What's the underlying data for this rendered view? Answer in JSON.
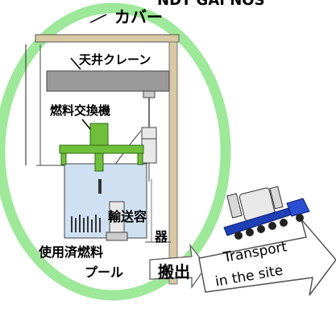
{
  "labels": {
    "top_cutoff": "NDT GAI NOS",
    "cover": "カバー",
    "crane": "天井クレーン",
    "fuel_exchanger": "燃料交換機",
    "transport_container_1": "輸送容",
    "transport_container_2": "器",
    "spent_fuel_pool_1": "使用済燃料",
    "spent_fuel_pool_2": "プール",
    "carry_out": "搬出",
    "transport_1": "Transport",
    "transport_2": "in the site"
  },
  "colors": {
    "ellipse": "#9ee89a",
    "cover_beam": "#d8c9a4",
    "crane": "#9a9a9a",
    "fuel_machine": "#6fbf3a",
    "pool_water": "#cfe0f2",
    "truck_bed": "#1f3fb4",
    "truck_cab": "#2a4fd0"
  }
}
